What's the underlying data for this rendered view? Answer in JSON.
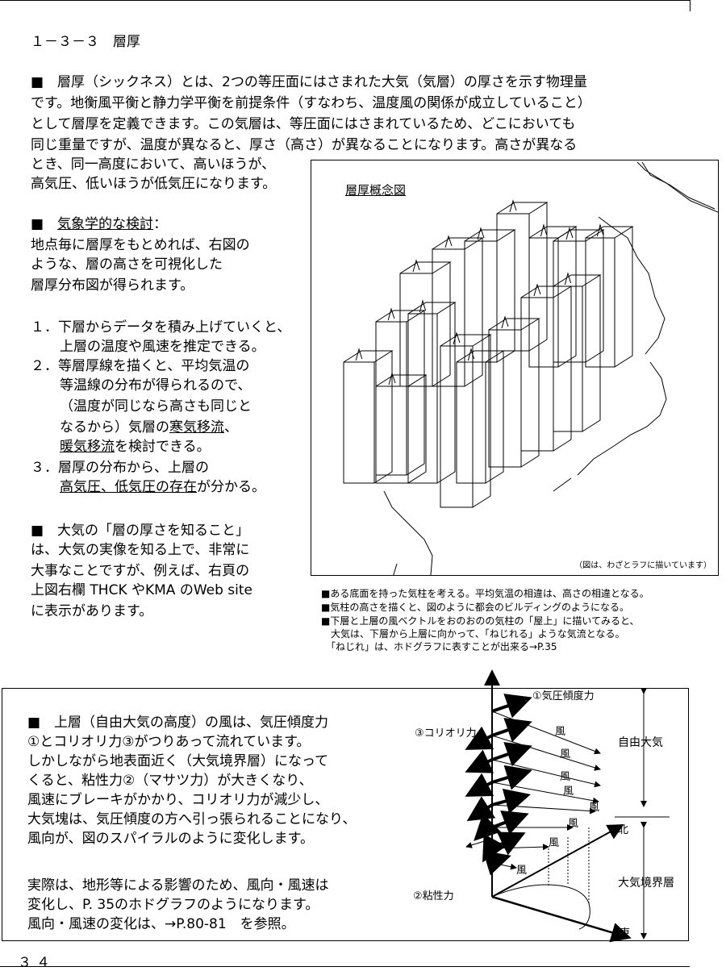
{
  "heading": "１－３－３　層厚",
  "intro": [
    "■　層厚（シックネス）とは、2つの等圧面にはさまれた大気（気層）の厚さを示す物理量",
    "です。地衡風平衡と静力学平衡を前提条件（すなわち、温度風の関係が成立していること）",
    "として層厚を定義できます。この気層は、等圧面にはさまれているため、どこにおいても",
    "同じ重量ですが、温度が異なると、厚さ（高さ）が異なることになります。高さが異なる",
    "とき、同一高度において、高いほうが、",
    "高気圧、低いほうが低気圧になります。"
  ],
  "met_section": {
    "bullet": "■　",
    "title": "気象学的な検討",
    "colon": "：",
    "lines": [
      "地点毎に層厚をもとめれば、右図の",
      "ような、層の高さを可視化した",
      "層厚分布図が得られます。"
    ]
  },
  "list": {
    "item1": [
      "１．下層からデータを積み上げていくと、",
      "上層の温度や風速を推定できる。"
    ],
    "item2_a": [
      "２．等層厚線を描くと、平均気温の",
      "等温線の分布が得られるので、",
      "（温度が同じなら高さも同じと"
    ],
    "item2_b_pre": "なるから）気層の",
    "item2_b_u": "寒気移流",
    "item2_b_post": "、",
    "item2_c_u": "暖気移流",
    "item2_c_post": "を検討できる。",
    "item3": "３．層厚の分布から、上層の",
    "item3_u": "高気圧、低気圧の存在",
    "item3_post": "が分かる。"
  },
  "atmos_section": [
    "■　大気の「層の厚さを知ること」",
    "は、大気の実像を知る上で、非常に",
    "大事なことですが、例えば、右頁の",
    "上図右欄 THCK やKMA のWeb site",
    "に表示があります。"
  ],
  "figure": {
    "title": "層厚概念図",
    "note": "（図は、わざとラフに描いています）"
  },
  "captions": [
    "■ある底面を持った気柱を考える。平均気温の相違は、高さの相違となる。",
    "■気柱の高さを描くと、図のように都会のビルディングのようになる。",
    "■下層と上層の風ベクトルをおのおのの気柱の「屋上」に描いてみると、",
    "　大気は、下層から上層に向かって、「ねじれる」ような気流となる。",
    "　「ねじれ」は、ホドグラフに表すことが出来る→P.35"
  ],
  "bottom": {
    "para1": [
      "■　上層（自由大気の高度）の風は、気圧傾度力",
      "①とコリオリ力③がつりあって流れています。",
      "しかしながら地表面近く（大気境界層）になって",
      "くると、粘性力②（マサツ力）が大きくなり、",
      "風速にブレーキがかかり、コリオリ力が減少し、",
      "大気塊は、気圧傾度の方へ引っ張られることになり、",
      "風向が、図のスパイラルのように変化します。"
    ],
    "para2": [
      "実際は、地形等による影響のため、風向・風速は",
      "変化し、P. 35のホドグラフのようになります。",
      "風向・風速の変化は、→P.80-81　を参照。"
    ],
    "diagram": {
      "pgf": "①気圧傾度力",
      "coriolis": "③コリオリ力",
      "viscous": "②粘性力",
      "wind": "風",
      "free_atm": "自由大気",
      "boundary": "大気境界層",
      "north": "北",
      "east": "東"
    }
  },
  "page_number": "３４"
}
